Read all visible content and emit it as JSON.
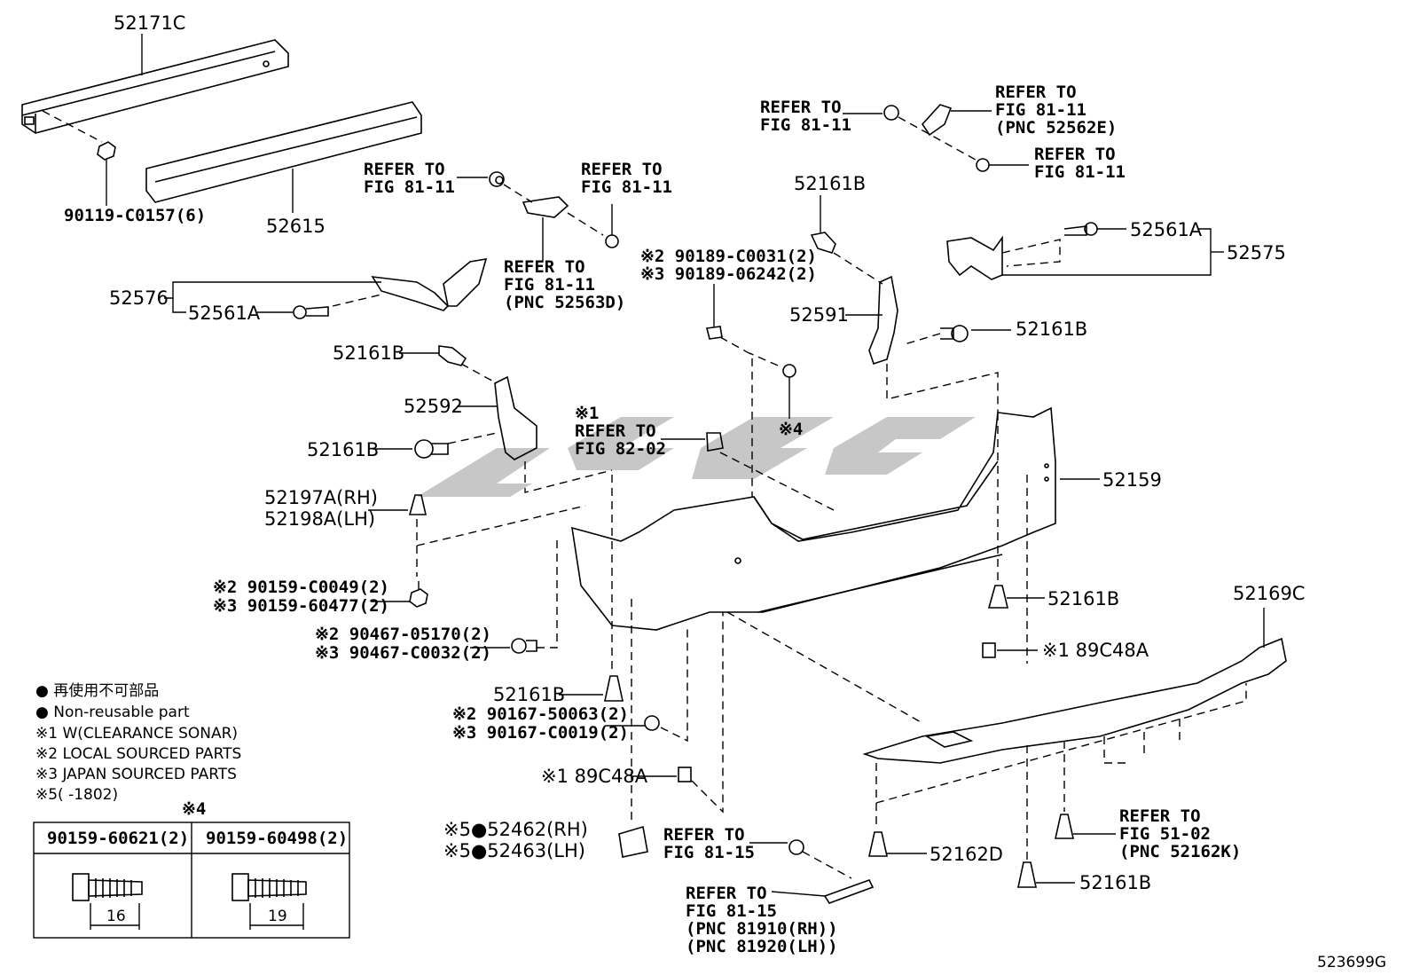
{
  "labels": {
    "p52171C": "52171C",
    "p90119": "90119-C0157(6)",
    "p52615": "52615",
    "ref_a1": "REFER TO",
    "ref_a2": "FIG 81-11",
    "ref_b1": "REFER TO",
    "ref_b2": "FIG 81-11",
    "ref_c1": "REFER TO",
    "ref_c2": "FIG 81-11",
    "ref_c3": "(PNC 52563D)",
    "p52576": "52576",
    "p52561A_l": "52561A",
    "p52161B_1": "52161B",
    "p52592": "52592",
    "p52161B_2": "52161B",
    "p52197A": "52197A(RH)",
    "p52198A": "52198A(LH)",
    "s2_90159": "※2 90159-C0049(2)",
    "s3_90159": "※3 90159-60477(2)",
    "s2_90467": "※2 90467-05170(2)",
    "s3_90467": "※3 90467-C0032(2)",
    "p52161B_3": "52161B",
    "s2_90167": "※2 90167-50063(2)",
    "s3_90167": "※3 90167-C0019(2)",
    "s1_89C48A_l": "※1 89C48A",
    "s5_52462": "※5●52462(RH)",
    "s5_52463": "※5●52463(LH)",
    "ref_d1": "REFER TO",
    "ref_d2": "FIG 81-15",
    "ref_e1": "REFER TO",
    "ref_e2": "FIG 81-15",
    "ref_e3": "(PNC 81910(RH))",
    "ref_e4": "(PNC 81920(LH))",
    "ref_f1": "※1",
    "ref_f2": "REFER TO",
    "ref_f3": "FIG 82-02",
    "s2_90189": "※2 90189-C0031(2)",
    "s3_90189": "※3 90189-06242(2)",
    "s4_mark": "※4",
    "ref_g1": "REFER TO",
    "ref_g2": "FIG 81-11",
    "ref_h1": "REFER TO",
    "ref_h2": "FIG 81-11",
    "ref_h3": "(PNC 52562E)",
    "ref_i1": "REFER TO",
    "ref_i2": "FIG 81-11",
    "p52161B_4": "52161B",
    "p52561A_r": "52561A",
    "p52575": "52575",
    "p52591": "52591",
    "p52161B_5": "52161B",
    "p52159": "52159",
    "p52161B_6": "52161B",
    "s1_89C48A_r": "※1 89C48A",
    "p52169C": "52169C",
    "ref_j1": "REFER TO",
    "ref_j2": "FIG 51-02",
    "ref_j3": "(PNC 52162K)",
    "p52162D": "52162D",
    "p52161B_7": "52161B",
    "diagram_id": "523699G"
  },
  "legend": {
    "line1": "● 再使用不可部品",
    "line2": "● Non-reusable part",
    "line3": "※1 W(CLEARANCE SONAR)",
    "line4": "※2 LOCAL SOURCED PARTS",
    "line5": "※3 JAPAN SOURCED PARTS",
    "line6": "※5(        -1802)"
  },
  "table": {
    "mark": "※4",
    "col1": "90159-60621(2)",
    "col2": "90159-60498(2)",
    "dim1": "16",
    "dim2": "19"
  }
}
